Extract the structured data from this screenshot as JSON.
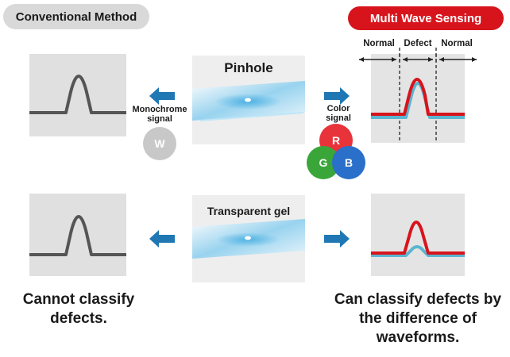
{
  "header": {
    "conventional": "Conventional Method",
    "multi_wave": "Multi Wave Sensing"
  },
  "zones": {
    "left": "Normal",
    "center": "Defect",
    "right": "Normal"
  },
  "samples": {
    "top": "Pinhole",
    "bottom": "Transparent gel"
  },
  "signals": {
    "mono": "Monochrome signal",
    "color": "Color signal"
  },
  "circles": {
    "white": "W",
    "red": "R",
    "green": "G",
    "blue": "B"
  },
  "captions": {
    "left": "Cannot classify defects.",
    "right": "Can classify defects by the difference of waveforms."
  },
  "colors": {
    "accent_red": "#d7141c",
    "arrow_blue": "#1f78b4",
    "wave_cyan": "#5bb5d0",
    "wave_gray": "#555555",
    "circle_red": "#e8333a",
    "circle_green": "#3aa63a",
    "circle_blue": "#2a6fc9",
    "circle_white": "#c8c8c8"
  }
}
